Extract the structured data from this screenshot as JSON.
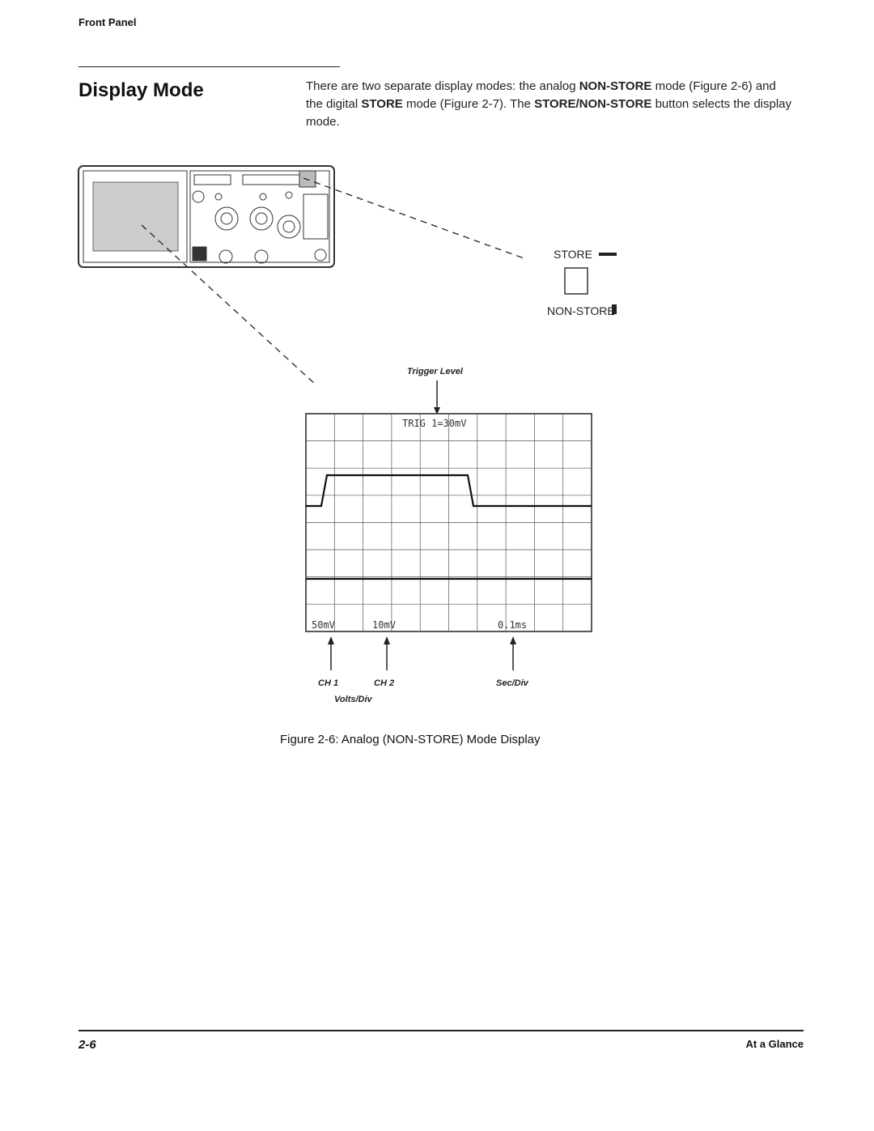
{
  "header": {
    "section": "Front Panel"
  },
  "title": "Display Mode",
  "body": {
    "p1": "There are two separate display modes: the analog ",
    "b1": "NON-STORE",
    "p2": " mode (Figure 2-6) and the digital ",
    "b2": "STORE",
    "p3": " mode (Figure 2-7). The ",
    "b3": "STORE/NON-STORE",
    "p4": " button selects the display mode."
  },
  "button_labels": {
    "store": "STORE",
    "non_store": "NON-STORE"
  },
  "scope": {
    "trigger_label": "Trigger Level",
    "trig_readout": "TRIG 1=30mV",
    "ch1_readout": "50mV",
    "ch2_readout": "10mV",
    "time_readout": "0.1ms",
    "ch1_label": "CH 1",
    "ch2_label": "CH 2",
    "volts_div": "Volts/Div",
    "sec_div": "Sec/Div"
  },
  "caption": "Figure 2-6:  Analog (NON-STORE) Mode Display",
  "footer": {
    "page": "2-6",
    "section": "At a Glance"
  }
}
